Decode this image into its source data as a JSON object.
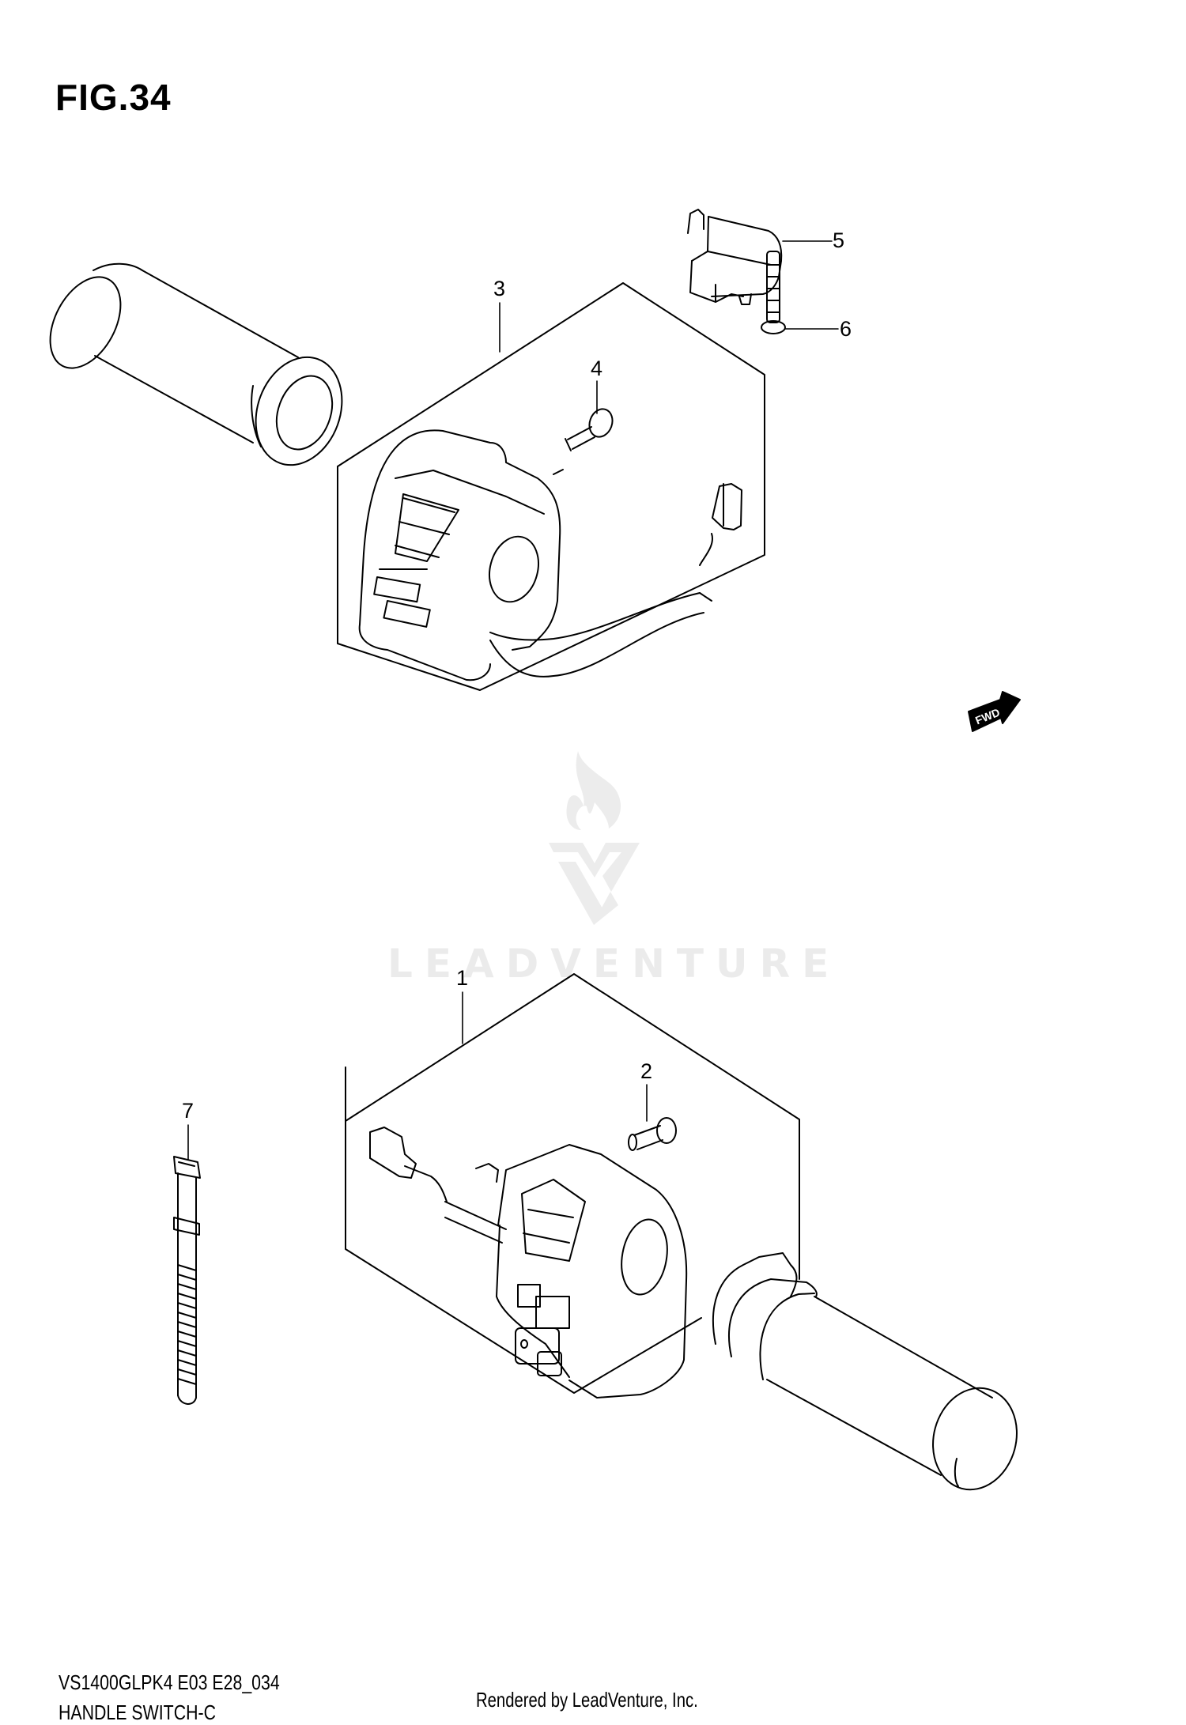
{
  "figure": {
    "title": "FIG.34",
    "model_code": "VS1400GLPK4 E03 E28_034",
    "name": "HANDLE SWITCH-C"
  },
  "callouts": [
    {
      "number": "1",
      "part": "handle-switch-right-assembly"
    },
    {
      "number": "2",
      "part": "screw-right-switch"
    },
    {
      "number": "3",
      "part": "handle-switch-left-assembly"
    },
    {
      "number": "4",
      "part": "screw-left-switch"
    },
    {
      "number": "5",
      "part": "clutch-lever-switch"
    },
    {
      "number": "6",
      "part": "screw-clutch-switch"
    },
    {
      "number": "7",
      "part": "cable-tie"
    }
  ],
  "direction_indicator": {
    "label": "FWD"
  },
  "watermark": {
    "text": "LEADVENTURE",
    "color": "#ebebeb"
  },
  "footer": {
    "rendered_by": "Rendered by LeadVenture, Inc."
  },
  "colors": {
    "line": "#000000",
    "background": "#ffffff",
    "watermark": "#ebebeb"
  }
}
